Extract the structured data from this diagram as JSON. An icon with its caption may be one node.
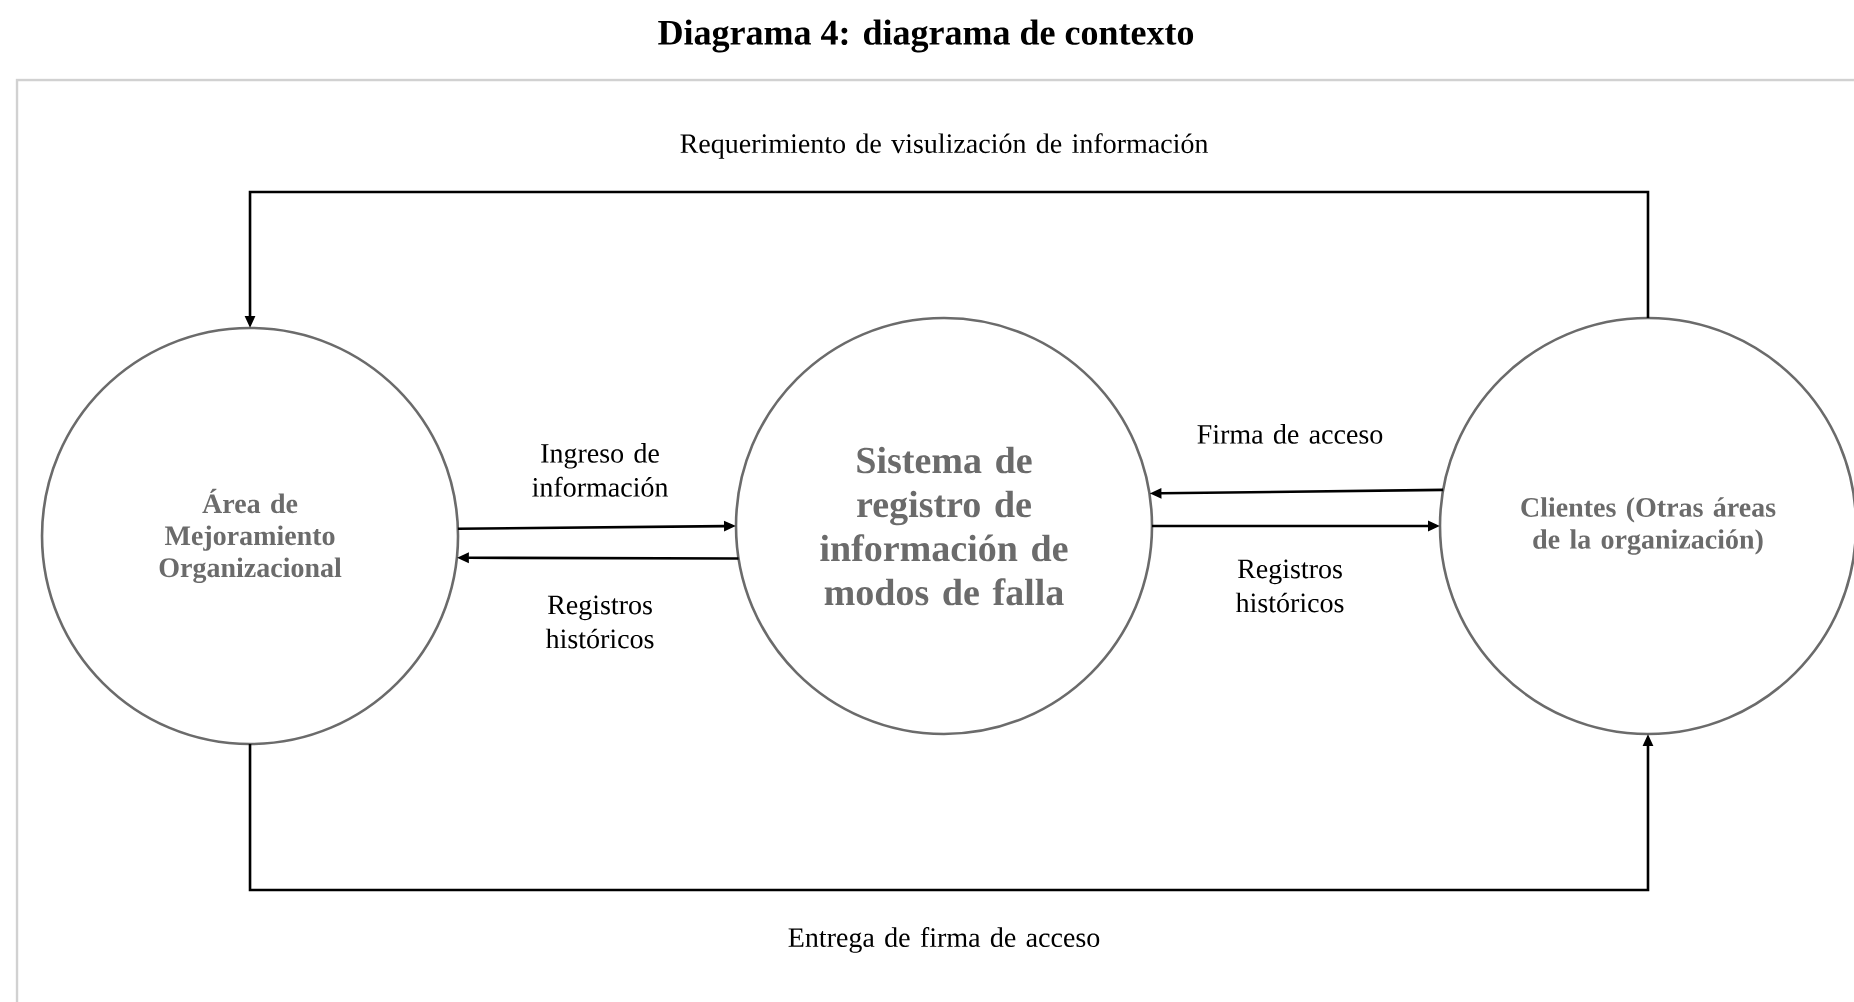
{
  "diagram": {
    "title": "Diagrama 4: diagrama de contexto",
    "nodes": [
      {
        "text": [
          "Área de Mejoramiento Organizacional"
        ]
      },
      {
        "text": [
          "Sistema de registro de información de modos de falla"
        ]
      },
      {
        "text": [
          "Clientes (Otras áreas de la organización)"
        ]
      }
    ],
    "edges": [
      {
        "from": 2,
        "to": 0,
        "arrow": "to",
        "label": "Requerimiento de visulización de información"
      },
      {
        "from": 0,
        "to": 2,
        "arrow": "to",
        "label": "Entrega de firma de acceso"
      },
      {
        "from": 0,
        "to": 1,
        "arrow": "to",
        "label": "Ingreso de información"
      },
      {
        "from": 1,
        "to": 0,
        "arrow": "to",
        "label": "Registros históricos"
      },
      {
        "from": 2,
        "to": 1,
        "arrow": "to",
        "label": "Firma de acceso"
      },
      {
        "from": 1,
        "to": 2,
        "arrow": "to",
        "label": "Registros históricos"
      }
    ]
  }
}
